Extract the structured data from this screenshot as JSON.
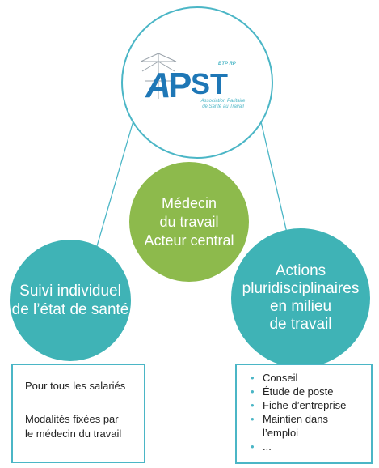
{
  "logo": {
    "letters_a": "A",
    "letters_p": "P",
    "letters_st": "ST",
    "tag": "BTP RP",
    "subtitle_line1": "Association Paritaire",
    "subtitle_line2": "de Santé au Travail"
  },
  "center": {
    "line1": "Médecin",
    "line2": "du travail",
    "line3": "Acteur central"
  },
  "left_node": {
    "line1": "Suivi individuel",
    "line2": "de l’état de santé"
  },
  "right_node": {
    "line1": "Actions",
    "line2": "pluridisciplinaires",
    "line3": "en milieu",
    "line4": "de travail"
  },
  "left_box": {
    "line1": "Pour tous les salariés",
    "line2a": "Modalités fixées par",
    "line2b": "le médecin du travail"
  },
  "right_box": {
    "items": [
      "Conseil",
      "Étude de poste",
      "Fiche d’entreprise",
      "Maintien dans",
      "l’emploi",
      "..."
    ]
  },
  "colors": {
    "teal": "#3fb3b6",
    "green": "#8dba4c",
    "outline": "#4bb6c6",
    "logo_blue": "#1e77b6"
  }
}
